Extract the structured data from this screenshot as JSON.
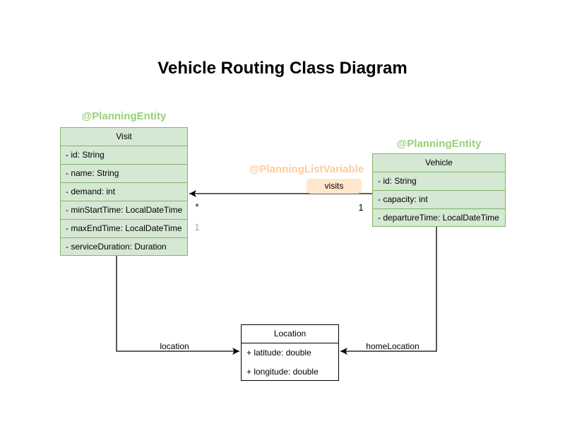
{
  "title": "Vehicle Routing Class Diagram",
  "colors": {
    "class_fill_green": "#d5e8d4",
    "class_border_green": "#82b366",
    "annotation_green": "#97d077",
    "annotation_orange": "#ffcc99",
    "chip_fill_orange": "#ffe6cc",
    "faded_multiplicity": "#b0a2c9",
    "plain_border": "#000000"
  },
  "classes": {
    "visit": {
      "annotation": "@PlanningEntity",
      "name": "Visit",
      "attributes": [
        "- id: String",
        "- name: String",
        "- demand: int",
        "- minStartTime: LocalDateTime",
        "- maxEndTime: LocalDateTime",
        "- serviceDuration: Duration"
      ]
    },
    "vehicle": {
      "annotation": "@PlanningEntity",
      "name": "Vehicle",
      "attributes": [
        "- id: String",
        "- capacity: int",
        "- departureTime: LocalDateTime"
      ]
    },
    "location": {
      "name": "Location",
      "attributes": [
        "+ latitude: double",
        "+ longitude: double"
      ]
    }
  },
  "relations": {
    "visits": {
      "annotation": "@PlanningListVariable",
      "label": "visits",
      "multiplicity_at_visit": "*",
      "multiplicity_at_vehicle": "1",
      "multiplicity_faded": "1"
    },
    "location": {
      "label": "location"
    },
    "home_location": {
      "label": "homeLocation"
    }
  }
}
